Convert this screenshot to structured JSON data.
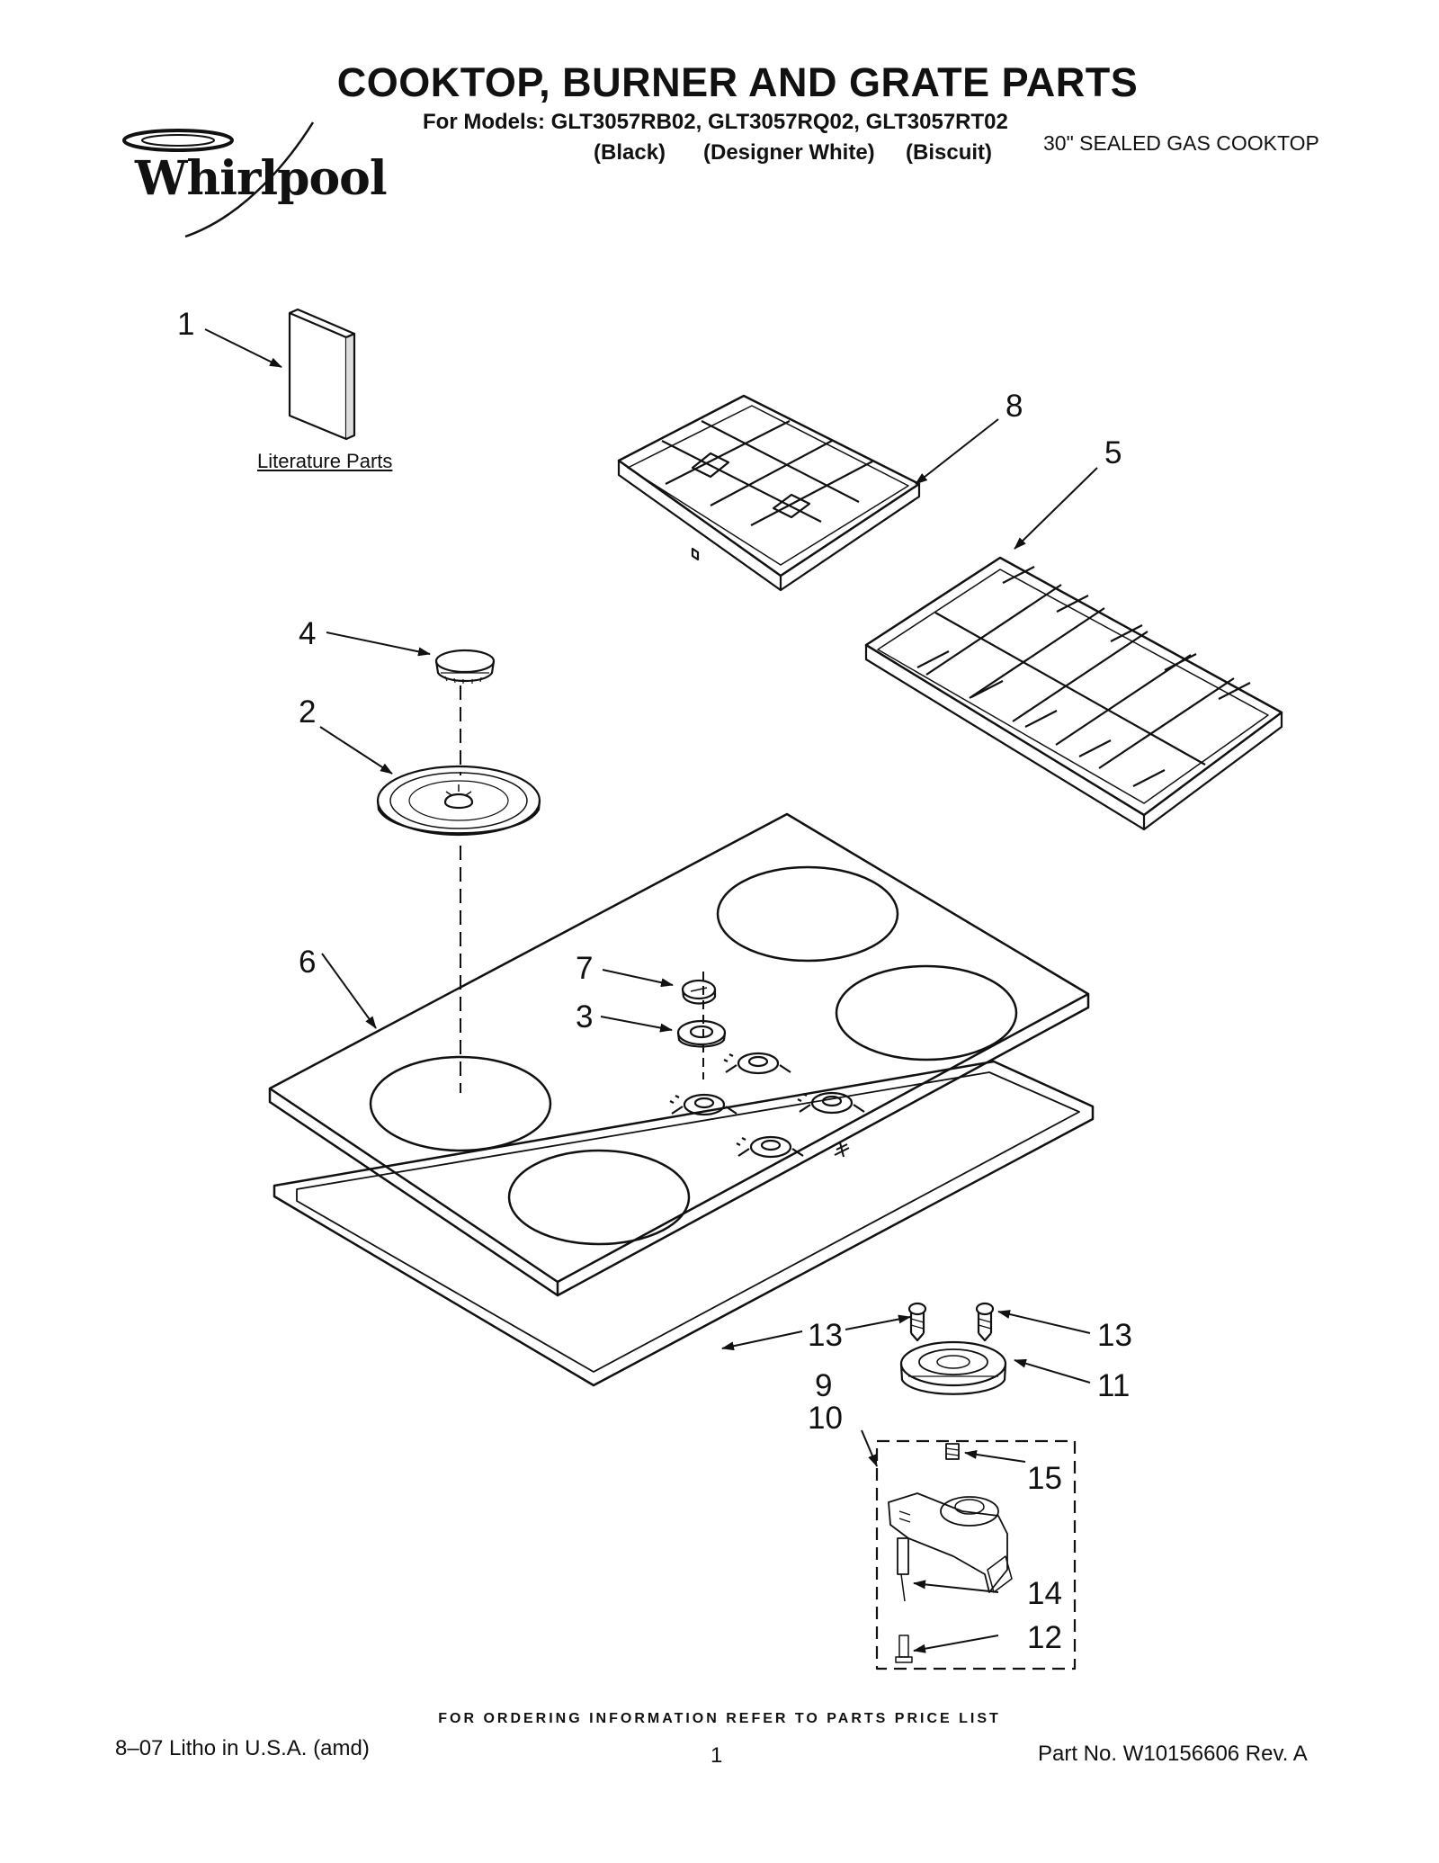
{
  "header": {
    "title": "COOKTOP, BURNER AND GRATE PARTS",
    "models_line": "For Models: GLT3057RB02, GLT3057RQ02, GLT3057RT02",
    "color_black": "(Black)",
    "color_white": "(Designer White)",
    "color_biscuit": "(Biscuit)",
    "product": "30\" SEALED GAS COOKTOP",
    "brand_logo": "Whirlpool"
  },
  "diagram": {
    "literature_label": "Literature Parts",
    "callouts": {
      "c1": "1",
      "c2": "2",
      "c3": "3",
      "c4": "4",
      "c5": "5",
      "c6": "6",
      "c7": "7",
      "c8": "8",
      "c9": "9",
      "c10": "10",
      "c11": "11",
      "c12": "12",
      "c13a": "13",
      "c13b": "13",
      "c14": "14",
      "c15": "15"
    }
  },
  "footer": {
    "ordering_note": "FOR ORDERING INFORMATION REFER TO PARTS PRICE LIST",
    "litho": "8–07 Litho in U.S.A. (amd)",
    "page_number": "1",
    "part_number": "Part No. W10156606 Rev. A"
  }
}
